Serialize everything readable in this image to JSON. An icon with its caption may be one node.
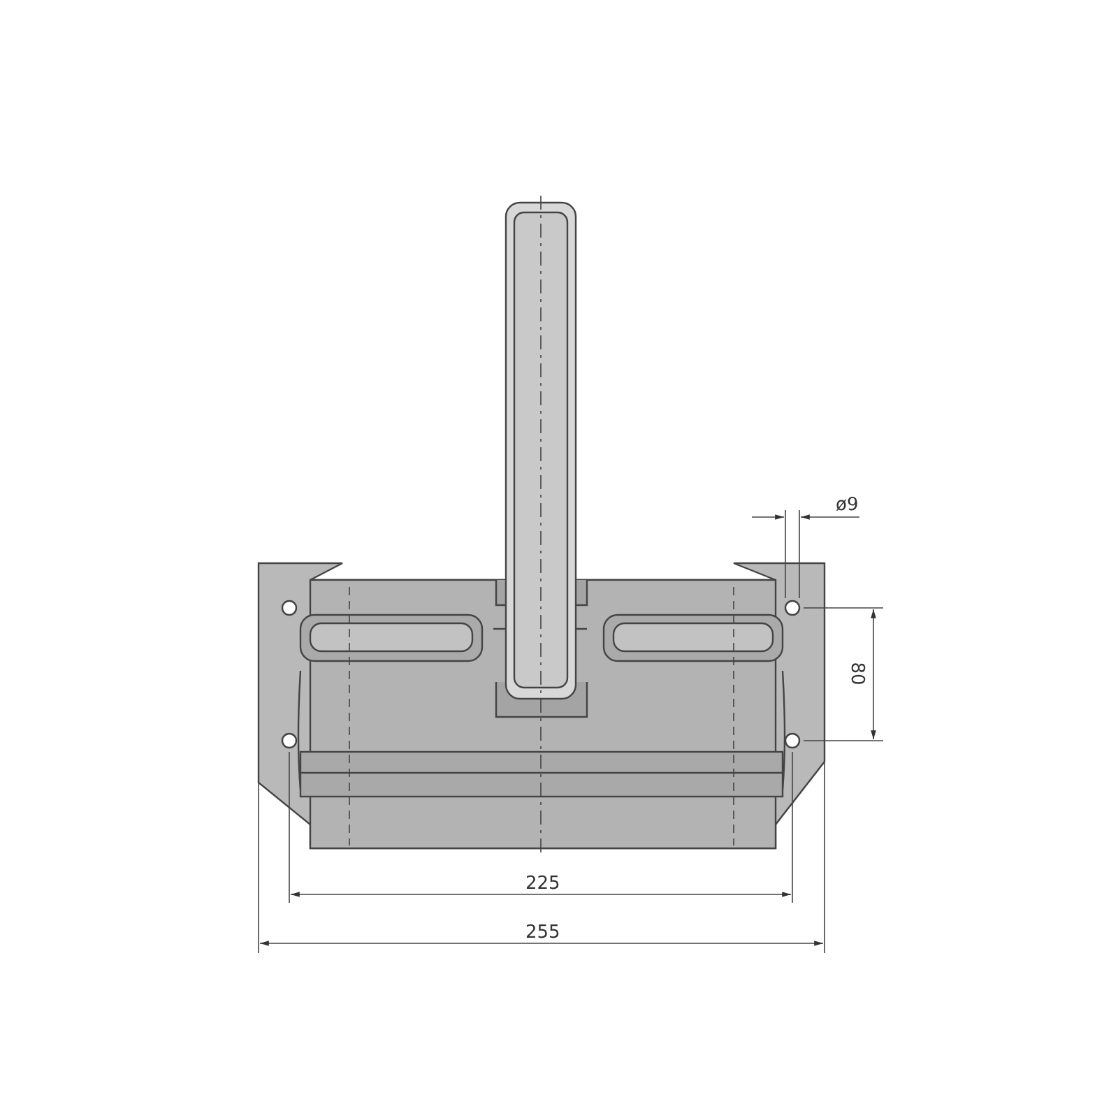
{
  "diagram": {
    "labels": [
      "ø9",
      "80",
      "225",
      "255"
    ]
  }
}
